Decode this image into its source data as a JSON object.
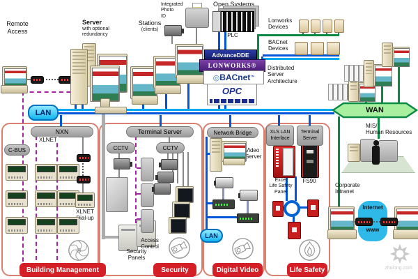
{
  "labels": {
    "remote_access": "Remote\nAccess",
    "server": "Server",
    "server_sub": "with optional\nredundancy",
    "stations": "Stations",
    "stations_sub": "(clients)",
    "photo_id": "Integrated\nPhoto\nID",
    "open_systems": "Open Systems",
    "plc": "PLC",
    "lonworks_devices": "Lonworks\nDevices",
    "bacnet_devices": "BACnet\nDevices",
    "distributed_server": "Distributed\nServer\nArchitecture"
  },
  "logos": {
    "advancedde": "AdvanceDDE",
    "lonworks": "LONWORKS®",
    "bacnet_mark": "◎",
    "bacnet": "BACnet",
    "bacnet_tm": "™",
    "opc": "OPC"
  },
  "net": {
    "lan": "LAN",
    "wan": "WAN"
  },
  "bm": {
    "title": "Building Management",
    "nxn": "NXN",
    "xlnet": "XLNET",
    "cbus": "C-BUS",
    "xlnet_dialup": "XLNET\nDial-up"
  },
  "sec": {
    "title": "Security",
    "terminal_server": "Terminal Server",
    "cctv_left": "CCTV",
    "cctv_right": "CCTV",
    "security_panels": "Security\nPanels",
    "access_control": "Access\nControl"
  },
  "dv": {
    "title": "Digital Video",
    "network_bridge": "Network Bridge",
    "video_server": "Video\nServer",
    "lan": "LAN"
  },
  "ls": {
    "title": "Life Safety",
    "xls_lan": "XLS LAN\nInterface",
    "terminal_server": "Terminal\nServer",
    "excel_panel": "Excel\nLife Safety\nPanel",
    "fs90": "FS90"
  },
  "right": {
    "mis": "MIS/\nHuman Resources",
    "corporate_intranet": "Corporate\nIntranet",
    "internet": "Internet",
    "www": "www"
  },
  "watermark": {
    "text": "zhulong.com"
  },
  "colors": {
    "lan_blue": "#0055D8",
    "lan_cyan": "#00AAF0",
    "wan_green": "#0B8A44",
    "wan_fill": "#A8EFA0",
    "section_border": "#D98070",
    "badge_red": "#D41F26",
    "bar_gray": "#A8A8A8",
    "xlnet_purple": "#A423A4",
    "lan_pill": "#12B5EF",
    "internet_blue": "#2FB9E8"
  }
}
